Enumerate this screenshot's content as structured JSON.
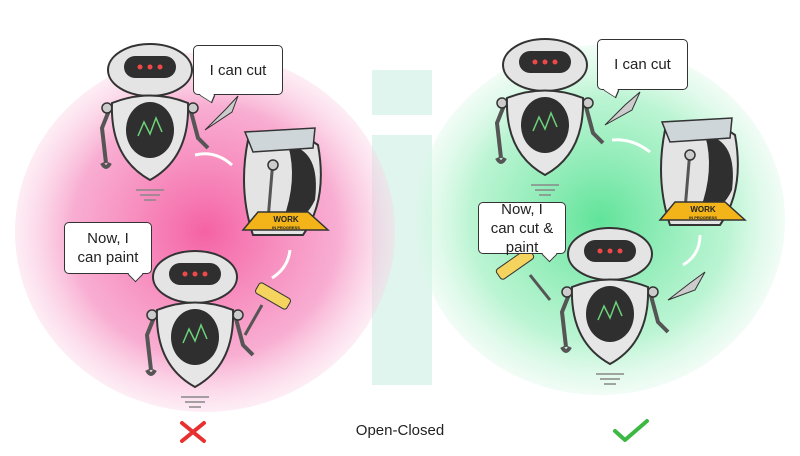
{
  "caption": "Open-Closed",
  "left_panel": {
    "verdict_icon": "red-x-icon",
    "color": "#f06aa8",
    "bubble_top": "I can cut",
    "bubble_bottom": "Now, I can paint",
    "sign_title": "WORK",
    "sign_sub": "IN PROGRESS"
  },
  "right_panel": {
    "verdict_icon": "green-check-icon",
    "color": "#5fe39a",
    "bubble_top": "I can cut",
    "bubble_bottom": "Now, I can cut & paint",
    "sign_title": "WORK",
    "sign_sub": "IN PROGRESS"
  },
  "colors": {
    "cross": "#e8312f",
    "check": "#3db843",
    "watermark": "#d8f3ea"
  }
}
